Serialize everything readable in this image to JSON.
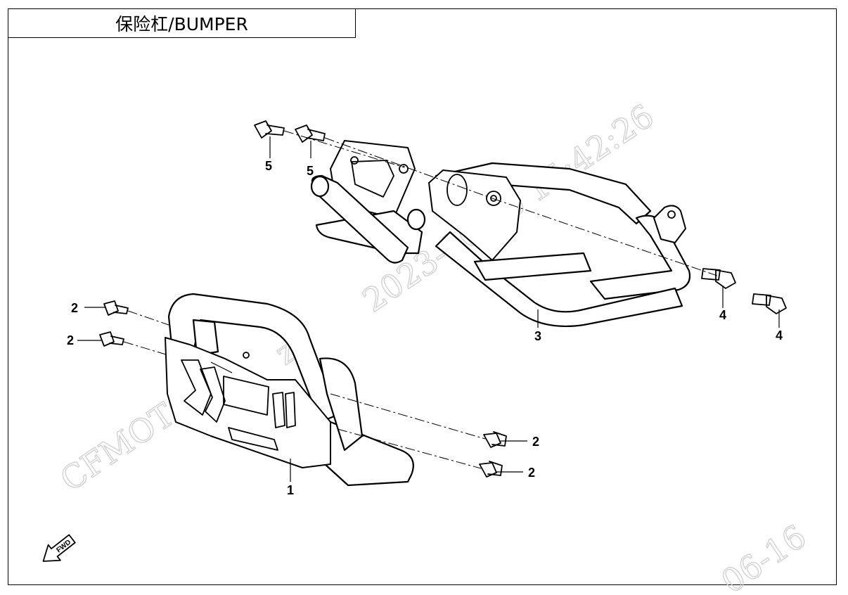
{
  "title": "保险杠/BUMPER",
  "watermark": {
    "brand_text": "CFMOTO",
    "user_text": "zj",
    "datetime_text": "2023-06-16 15:42:26",
    "corner_text": "06-16"
  },
  "callouts": [
    {
      "id": "1",
      "label": "1"
    },
    {
      "id": "2a",
      "label": "2"
    },
    {
      "id": "2b",
      "label": "2"
    },
    {
      "id": "2c",
      "label": "2"
    },
    {
      "id": "2d",
      "label": "2"
    },
    {
      "id": "3",
      "label": "3"
    },
    {
      "id": "4a",
      "label": "4"
    },
    {
      "id": "4b",
      "label": "4"
    },
    {
      "id": "5a",
      "label": "5"
    },
    {
      "id": "5b",
      "label": "5"
    }
  ],
  "fwd_label": "FWD",
  "colors": {
    "line": "#000000",
    "background": "#ffffff",
    "watermark": "#d2d2d2"
  }
}
